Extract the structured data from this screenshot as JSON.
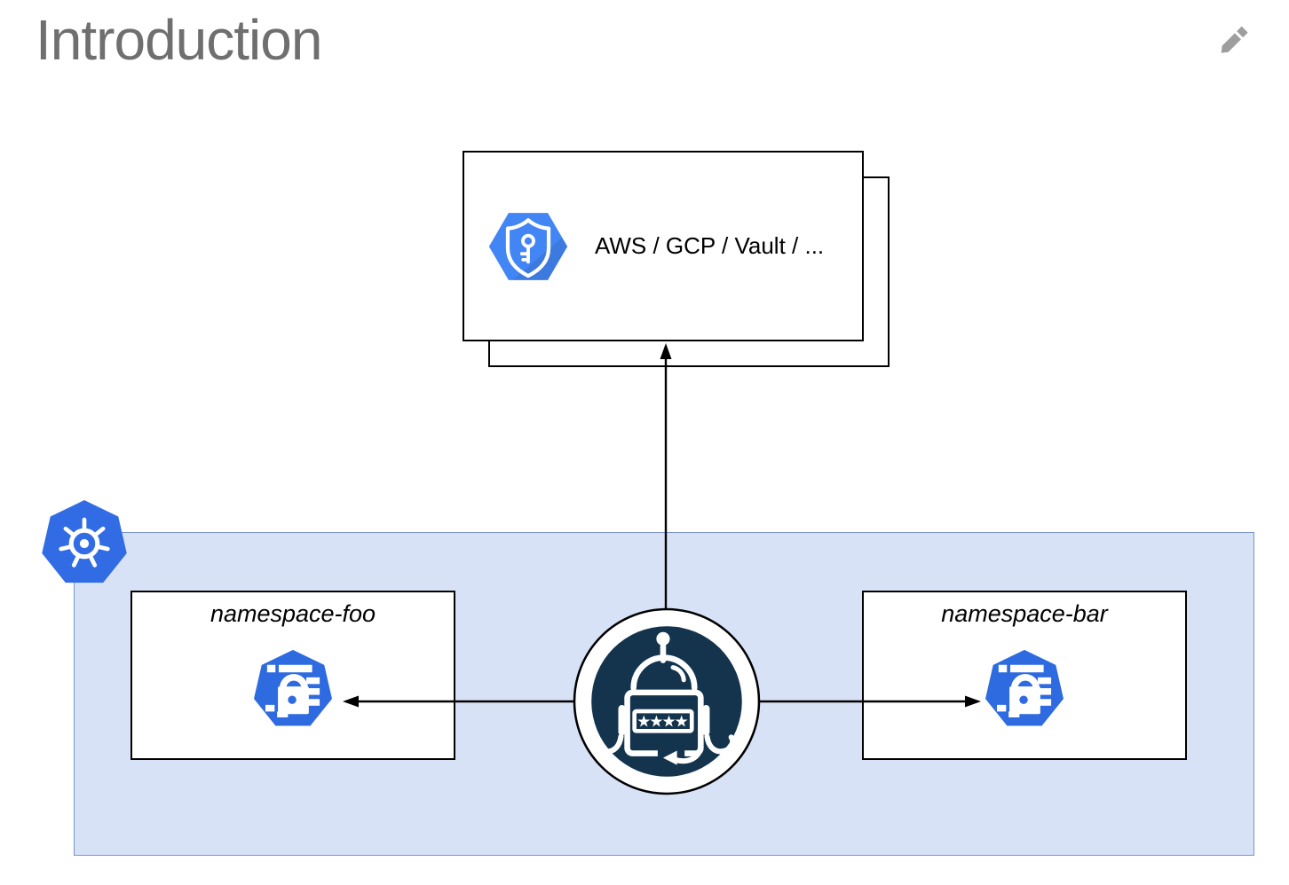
{
  "page": {
    "title": "Introduction"
  },
  "header": {
    "edit_icon": "pencil"
  },
  "diagram": {
    "provider": {
      "label": "AWS / GCP / Vault / ...",
      "icon": "hexagon-shield-key",
      "stacked": true
    },
    "cluster": {
      "icon": "kubernetes-logo",
      "namespaces": [
        {
          "label": "namespace-foo",
          "icon": "kubernetes-secret"
        },
        {
          "label": "namespace-bar",
          "icon": "kubernetes-secret"
        }
      ],
      "operator": {
        "icon": "external-secrets-robot",
        "password": "****"
      }
    },
    "arrows": [
      {
        "from": "operator",
        "to": "provider",
        "direction": "up"
      },
      {
        "from": "operator",
        "to": "namespace-foo",
        "direction": "left"
      },
      {
        "from": "operator",
        "to": "namespace-bar",
        "direction": "right"
      }
    ],
    "colors": {
      "cluster_fill": "#d7e2f6",
      "cluster_border": "#7b95c9",
      "kubernetes_blue": "#326ce5",
      "secret_blue": "#2e6ae0",
      "hexagon_blue": "#4285f4",
      "robot_navy": "#14344e",
      "line_black": "#000000",
      "title_gray": "#6f6f6f",
      "pencil_gray": "#9e9e9e"
    }
  }
}
